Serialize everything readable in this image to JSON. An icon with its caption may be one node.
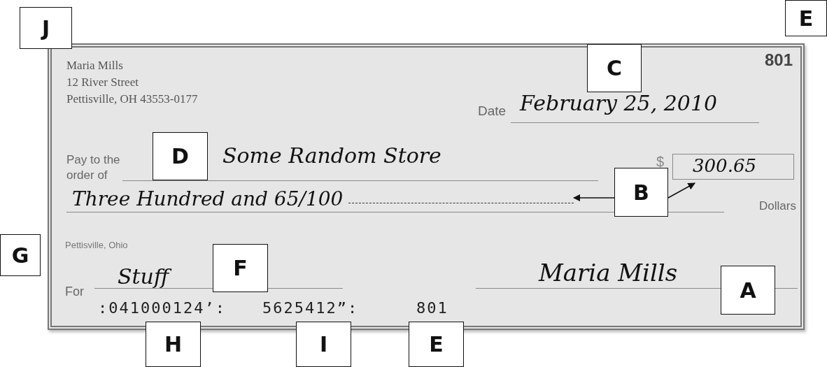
{
  "diagram": {
    "nodes": [
      {
        "text": [
          "J"
        ]
      },
      {
        "text": [
          "E"
        ]
      },
      {
        "text": [
          "C"
        ]
      },
      {
        "text": [
          "D"
        ]
      },
      {
        "text": [
          "B"
        ]
      },
      {
        "text": [
          "Three Hundred and 65/100"
        ]
      },
      {
        "text": [
          "300.65"
        ]
      },
      {
        "text": [
          "G"
        ]
      },
      {
        "text": [
          "F"
        ]
      },
      {
        "text": [
          "A"
        ]
      },
      {
        "text": [
          "H"
        ]
      },
      {
        "text": [
          "I"
        ]
      },
      {
        "text": [
          "E"
        ]
      }
    ],
    "edges": [
      {
        "from": 4,
        "to": 5,
        "arrow": "to"
      },
      {
        "from": 4,
        "to": 6,
        "arrow": "to"
      }
    ],
    "labels": [
      "Maria Mills",
      "12 River Street",
      "Pettisville, OH 43553-0177",
      "801",
      "Date",
      "February 25, 2010",
      "Pay to the order of",
      "Some Random Store",
      "$",
      "Dollars",
      "Pettisville, Ohio",
      "For",
      "Stuff",
      "Maria Mills",
      ":041000124’:",
      "5625412”:",
      "801"
    ]
  }
}
